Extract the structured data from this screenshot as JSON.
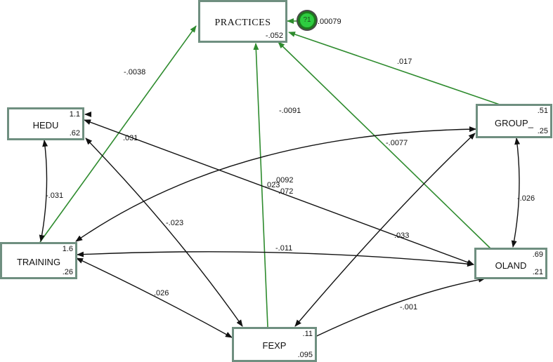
{
  "nodes": {
    "practices": {
      "label": "PRACTICES",
      "value": "-.052"
    },
    "hedu": {
      "label": "HEDU",
      "mean": "1.1",
      "variance": ".62"
    },
    "group": {
      "label": "GROUP_",
      "mean": ".51",
      "variance": ".25"
    },
    "training": {
      "label": "TRAINING",
      "mean": "1.6",
      "variance": ".26"
    },
    "oland": {
      "label": "OLAND",
      "mean": ".69",
      "variance": ".21"
    },
    "fexp": {
      "label": "FEXP",
      "mean": ".11",
      "variance": ".095"
    }
  },
  "error_term": {
    "label": "?1",
    "variance": ".00079"
  },
  "path_coefficients": {
    "training_practices": "-.0038",
    "fexp_practices": "-.0091",
    "oland_practices": "-.0077",
    "group_practices": ".017"
  },
  "covariances": {
    "hedu_training": "-.031",
    "hedu_oland": ".031",
    "hedu_fexp": "-.023",
    "training_group": ".0092",
    "group_fexp": ".023",
    "group_oland": "-.026",
    "training_oland": "-.011",
    "training_fexp": ".026",
    "oland_fexp": "-.001",
    "fexp_group_secondary": ".072",
    "oland_hedu_secondary": ".033"
  },
  "colors": {
    "node_border": "#6f8f80",
    "path": "#2e8b2e",
    "covariance": "#111111",
    "error_fill": "#2ecc40"
  }
}
